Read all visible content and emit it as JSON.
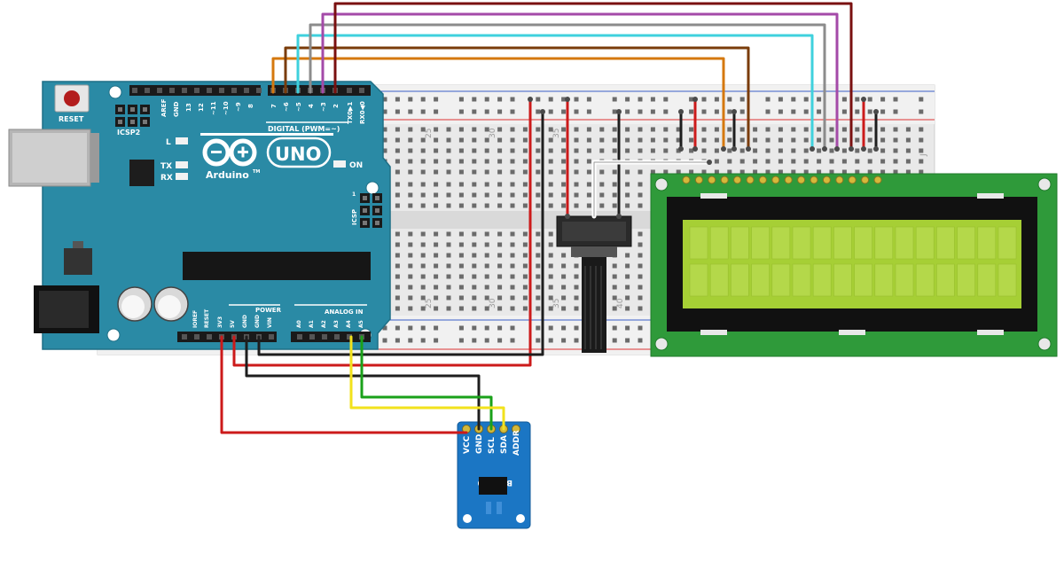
{
  "colors": {
    "arduino_board": "#2a8aa5",
    "breadboard": "#e9e9e9",
    "lcd_pcb": "#2f9a3a",
    "lcd_screen": "#a6cf35",
    "sensor_pcb": "#1b76c4",
    "wire_red": "#cc1a1a",
    "wire_black": "#1e1e1e",
    "wire_yellow": "#f2e21c",
    "wire_green": "#1aa11a",
    "wire_orange": "#d5780e",
    "wire_brown": "#7a3c0a",
    "wire_cyan": "#3fd1dd",
    "wire_grey": "#8c8c8c",
    "wire_purple": "#a44aa8",
    "wire_dark_red": "#7a1010"
  },
  "arduino": {
    "reset_label": "RESET",
    "icsp2_label": "ICSP2",
    "aref_label": "AREF",
    "gnd_label": "GND",
    "d13": "13",
    "d12": "12",
    "d11": "~11",
    "d10": "~10",
    "d9": "~9",
    "d8": "8",
    "d7": "7",
    "d6": "~6",
    "d5": "~5",
    "d4": "4",
    "d3": "~3",
    "d2": "2",
    "tx1": "TX0▶1",
    "rx0": "RX0◀0",
    "digital_label": "DIGITAL (PWM=~)",
    "led_l": "L",
    "led_tx": "TX",
    "led_rx": "RX",
    "logo_uno": "UNO",
    "logo_arduino": "Arduino",
    "tm": "TM",
    "on_label": "ON",
    "icsp_label": "ICSP",
    "icsp_1": "1",
    "ioref": "IOREF",
    "reset_pin": "RESET",
    "v33": "3V3",
    "v5": "5V",
    "gnd1": "GND",
    "gnd2": "GND",
    "vin": "VIN",
    "power_label": "POWER",
    "analog_label": "ANALOG IN",
    "a0": "A0",
    "a1": "A1",
    "a2": "A2",
    "a3": "A3",
    "a4": "A4",
    "a5": "A5"
  },
  "breadboard": {
    "num_25_top": "25",
    "num_30_top": "30",
    "num_35_top": "35",
    "num_25_bot": "25",
    "num_30_bot": "30",
    "num_35_bot": "35",
    "num_40_bot": "40",
    "letter_j": "J"
  },
  "sensor": {
    "vcc": "VCC",
    "gnd": "GND",
    "scl": "SCL",
    "sda": "SDA",
    "addr": "ADDR",
    "name": "BH1750"
  }
}
